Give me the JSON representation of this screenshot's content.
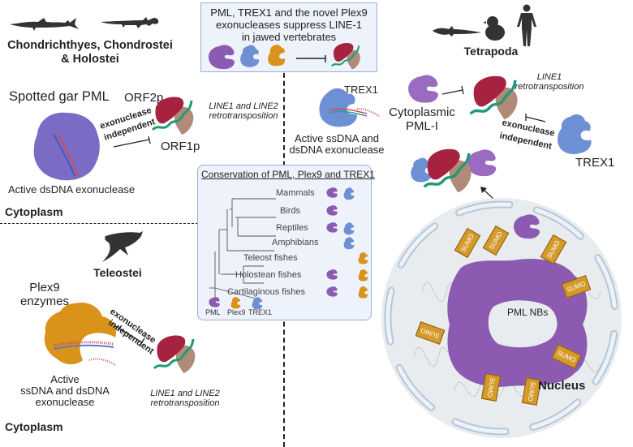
{
  "colors": {
    "pml": "#8c5bb1",
    "trex1": "#6d8fd4",
    "plex9": "#d9921a",
    "orf2p": "#a6223f",
    "orf1p": "#b08b7a",
    "rna": "#1f9b74",
    "sumo": "#d49a2a",
    "title_box_bg": "#eef2fa",
    "title_box_border": "#9aafd6",
    "nucleus_bg": "#e9ecef",
    "nuclear_envelope": "#b9c6d2"
  },
  "title_box": {
    "line1": "PML, TREX1 and the novel Plex9",
    "line2": "exonucleases suppress LINE-1",
    "line3": "in jawed vertebrates"
  },
  "top_left": {
    "group_line1": "Chondrichthyes, Chondrostei",
    "group_line2": "& Holostei",
    "protein_title": "Spotted gar PML",
    "orf2p": "ORF2p",
    "orf1p": "ORF1p",
    "mechanism_line1": "exonuclease",
    "mechanism_line2": "independent",
    "target_line1": "LINE1 and LINE2",
    "target_line2": "retrotransposition",
    "activity": "Active dsDNA exonuclease",
    "compartment": "Cytoplasm"
  },
  "bottom_left": {
    "group": "Teleostei",
    "protein_line1": "Plex9",
    "protein_line2": "enzymes",
    "mechanism_line1": "exonuclease",
    "mechanism_line2": "independent",
    "activity_line1": "Active",
    "activity_line2": "ssDNA and dsDNA",
    "activity_line3": "exonuclease",
    "target_line1": "LINE1 and LINE2",
    "target_line2": "retrotransposition",
    "compartment": "Cytoplasm"
  },
  "middle": {
    "trex1_label": "TREX1",
    "activity_line1": "Active ssDNA and",
    "activity_line2": "dsDNA exonuclease"
  },
  "conservation_box": {
    "title": "Conservation of PML, Plex9 and TREX1",
    "taxa": [
      {
        "name": "Mammals",
        "pml": true,
        "trex1": true,
        "plex9": false
      },
      {
        "name": "Birds",
        "pml": true,
        "trex1": false,
        "plex9": false
      },
      {
        "name": "Reptiles",
        "pml": true,
        "trex1": true,
        "plex9": false
      },
      {
        "name": "Amphibians",
        "pml": false,
        "trex1": true,
        "plex9": false
      },
      {
        "name": "Teleost fishes",
        "pml": false,
        "trex1": false,
        "plex9": true
      },
      {
        "name": "Holostean fishes",
        "pml": true,
        "trex1": false,
        "plex9": true
      },
      {
        "name": "Cartilaginous fishes",
        "pml": true,
        "trex1": false,
        "plex9": true
      }
    ],
    "legend": [
      "PML",
      "Plex9",
      "TREX1"
    ]
  },
  "right": {
    "group": "Tetrapoda",
    "pml_label_line1": "Cytoplasmic",
    "pml_label_line2": "PML-I",
    "target_line1": "LINE1",
    "target_line2": "retrotransposition",
    "mechanism_line1": "exonuclease",
    "mechanism_line2": "independent",
    "trex1_label": "TREX1",
    "nucleus": {
      "label": "Nucleus",
      "bodies_label": "PML NBs",
      "sumo_label": "SUMO",
      "sumo_count": 8
    }
  }
}
